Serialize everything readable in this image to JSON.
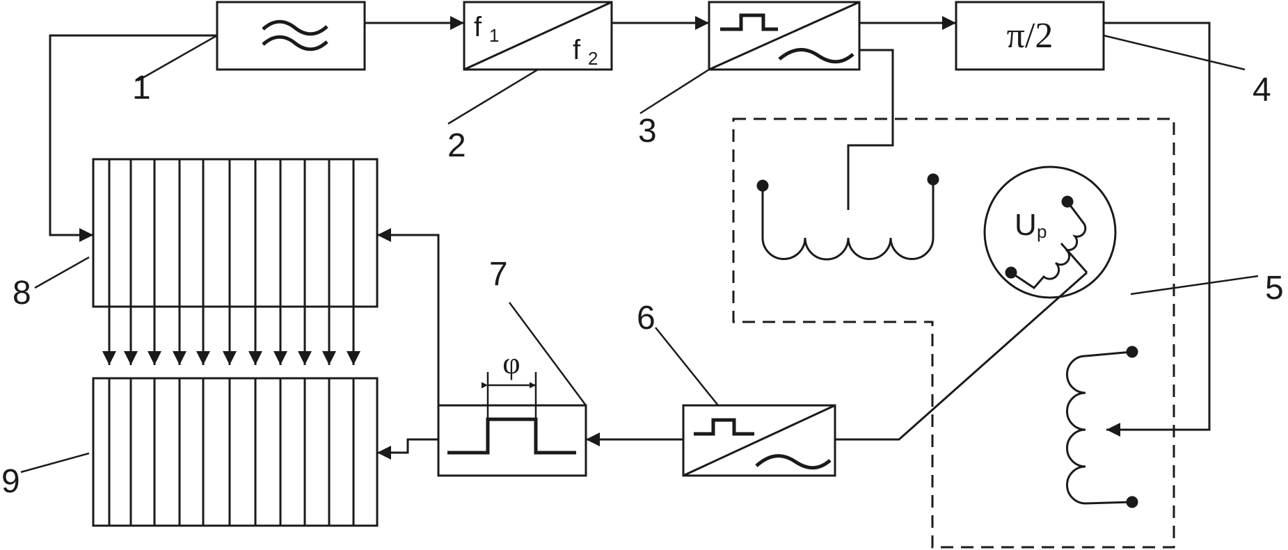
{
  "labels": {
    "n1": "1",
    "n2": "2",
    "n3": "3",
    "n4": "4",
    "n5": "5",
    "n6": "6",
    "n7": "7",
    "n8": "8",
    "n9": "9"
  },
  "blocks": {
    "divider_f1": "f",
    "divider_f1_sub": "1",
    "divider_f2": "f",
    "divider_f2_sub": "2",
    "phase_shifter": "π/2",
    "generator_symbol": "≈",
    "phase_symbol": "φ",
    "rotor_voltage": "U",
    "rotor_voltage_sub": "p"
  },
  "colors": {
    "line": "#1a1a1a",
    "background": "#ffffff"
  }
}
